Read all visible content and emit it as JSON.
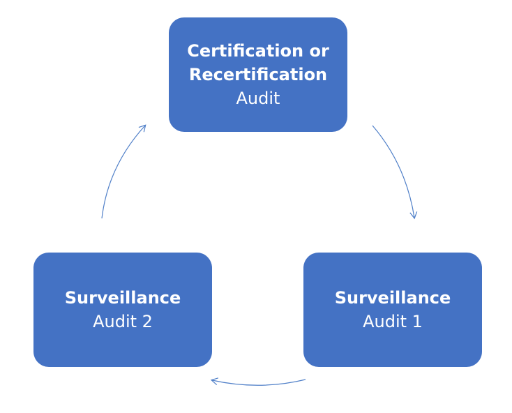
{
  "diagram": {
    "nodes": [
      {
        "id": "certification",
        "title_lines": [
          "Certification or",
          "Recertification"
        ],
        "subtitle": "Audit"
      },
      {
        "id": "surveillance-1",
        "title_lines": [
          "Surveillance"
        ],
        "subtitle": "Audit 1"
      },
      {
        "id": "surveillance-2",
        "title_lines": [
          "Surveillance"
        ],
        "subtitle": "Audit 2"
      }
    ],
    "edges": [
      {
        "from": "certification",
        "to": "surveillance-1"
      },
      {
        "from": "surveillance-1",
        "to": "surveillance-2"
      },
      {
        "from": "surveillance-2",
        "to": "certification"
      }
    ],
    "colors": {
      "node_fill": "#4472c4",
      "node_text": "#ffffff",
      "arrow": "#4f7fc8"
    }
  }
}
